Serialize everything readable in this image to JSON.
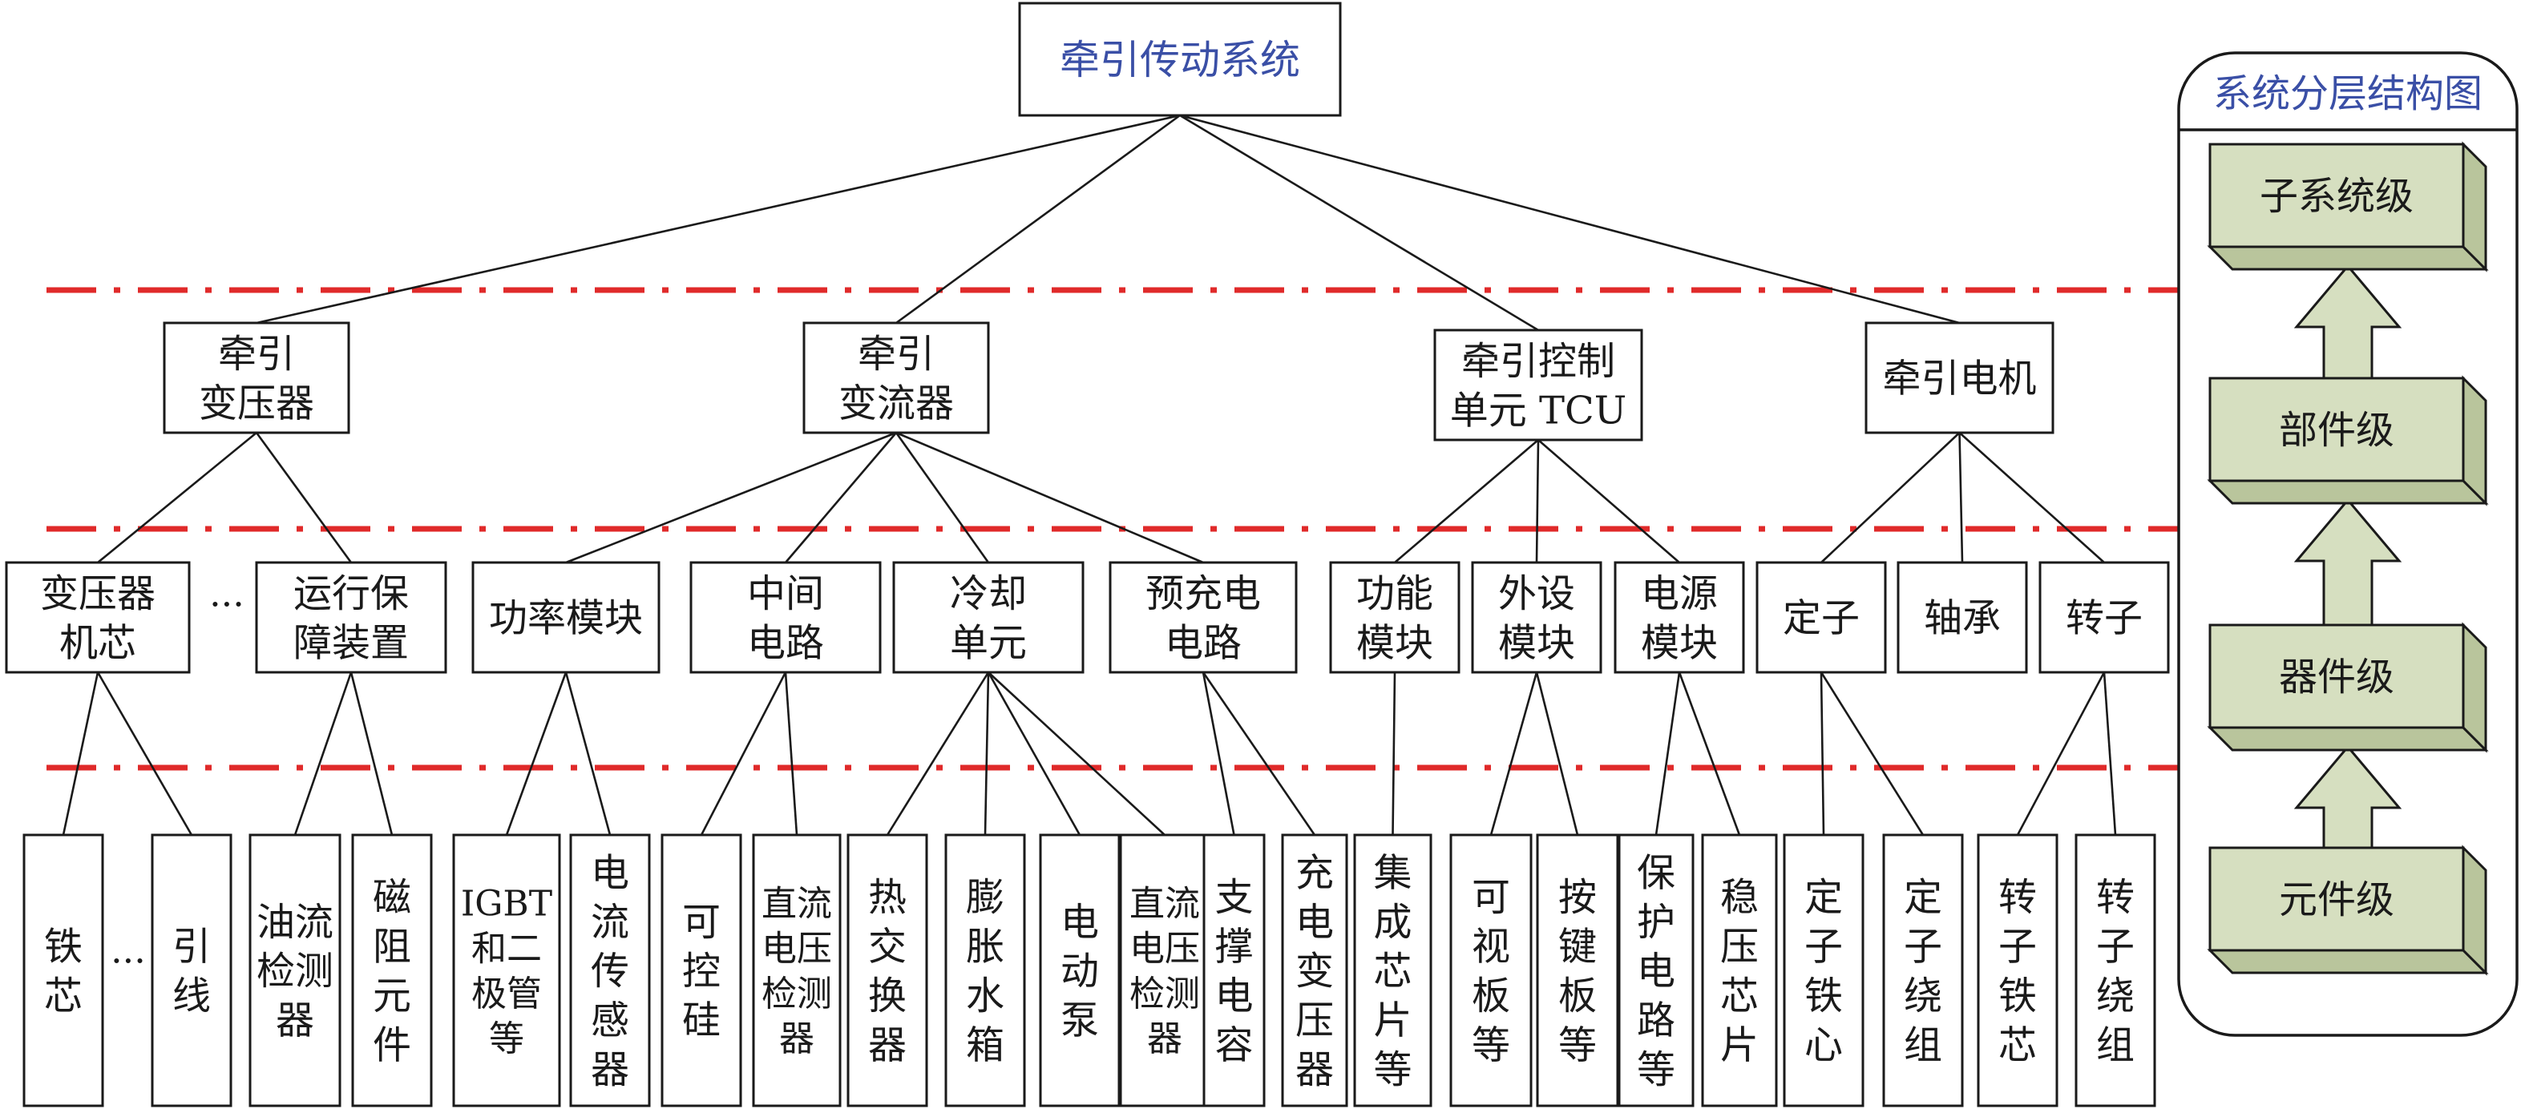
{
  "title": "牵引传动系统",
  "legend": {
    "title": "系统分层结构图",
    "levels": [
      "子系统级",
      "部件级",
      "器件级",
      "元件级"
    ]
  },
  "colors": {
    "divider": "#e02a2a",
    "text": "#1a1a1a",
    "title_text": "#3a4fa6",
    "level_block": "#d6dfc0",
    "level_block_side": "#b9c59c",
    "arrow_fill": "#d6dfc0"
  },
  "subsystems": [
    {
      "id": "s1",
      "lines": [
        "牵引",
        "变压器"
      ]
    },
    {
      "id": "s2",
      "lines": [
        "牵引",
        "变流器"
      ]
    },
    {
      "id": "s3",
      "lines": [
        "牵引控制",
        "单元 TCU"
      ]
    },
    {
      "id": "s4",
      "lines": [
        "牵引电机"
      ]
    }
  ],
  "components": [
    {
      "id": "c1",
      "lines": [
        "变压器",
        "机芯"
      ]
    },
    {
      "id": "c2",
      "lines": [
        "运行保",
        "障装置"
      ]
    },
    {
      "id": "c3",
      "lines": [
        "功率模块"
      ]
    },
    {
      "id": "c4",
      "lines": [
        "中间",
        "电路"
      ]
    },
    {
      "id": "c5",
      "lines": [
        "冷却",
        "单元"
      ]
    },
    {
      "id": "c6",
      "lines": [
        "预充电",
        "电路"
      ]
    },
    {
      "id": "c7",
      "lines": [
        "功能",
        "模块"
      ]
    },
    {
      "id": "c8",
      "lines": [
        "外设",
        "模块"
      ]
    },
    {
      "id": "c9",
      "lines": [
        "电源",
        "模块"
      ]
    },
    {
      "id": "c10",
      "lines": [
        "定子"
      ]
    },
    {
      "id": "c11",
      "lines": [
        "轴承"
      ]
    },
    {
      "id": "c12",
      "lines": [
        "转子"
      ]
    }
  ],
  "devices": [
    {
      "id": "d1",
      "lines": [
        "铁",
        "芯"
      ]
    },
    {
      "id": "d2",
      "lines": [
        "引",
        "线"
      ]
    },
    {
      "id": "d3",
      "lines": [
        "油流",
        "检测",
        "器"
      ]
    },
    {
      "id": "d4",
      "lines": [
        "磁",
        "阻",
        "元",
        "件"
      ]
    },
    {
      "id": "d5",
      "lines": [
        "IGBT",
        "和二",
        "极管",
        "等"
      ]
    },
    {
      "id": "d6",
      "lines": [
        "电",
        "流",
        "传",
        "感",
        "器"
      ]
    },
    {
      "id": "d7",
      "lines": [
        "可",
        "控",
        "硅"
      ]
    },
    {
      "id": "d8",
      "lines": [
        "直流",
        "电压",
        "检测",
        "器"
      ]
    },
    {
      "id": "d9",
      "lines": [
        "热",
        "交",
        "换",
        "器"
      ]
    },
    {
      "id": "d10",
      "lines": [
        "膨",
        "胀",
        "水",
        "箱"
      ]
    },
    {
      "id": "d11",
      "lines": [
        "电",
        "动",
        "泵"
      ]
    },
    {
      "id": "d12",
      "lines": [
        "直流",
        "电压",
        "检测",
        "器"
      ]
    },
    {
      "id": "d13",
      "lines": [
        "支",
        "撑",
        "电",
        "容"
      ]
    },
    {
      "id": "d14",
      "lines": [
        "充",
        "电",
        "变",
        "压",
        "器"
      ]
    },
    {
      "id": "d15",
      "lines": [
        "集",
        "成",
        "芯",
        "片",
        "等"
      ]
    },
    {
      "id": "d16",
      "lines": [
        "可",
        "视",
        "板",
        "等"
      ]
    },
    {
      "id": "d17",
      "lines": [
        "按",
        "键",
        "板",
        "等"
      ]
    },
    {
      "id": "d18",
      "lines": [
        "保",
        "护",
        "电",
        "路",
        "等"
      ]
    },
    {
      "id": "d19",
      "lines": [
        "稳",
        "压",
        "芯",
        "片"
      ]
    },
    {
      "id": "d20",
      "lines": [
        "定",
        "子",
        "铁",
        "心"
      ]
    },
    {
      "id": "d21",
      "lines": [
        "定",
        "子",
        "绕",
        "组"
      ]
    },
    {
      "id": "d22",
      "lines": [
        "转",
        "子",
        "铁",
        "芯"
      ]
    },
    {
      "id": "d23",
      "lines": [
        "转",
        "子",
        "绕",
        "组"
      ]
    }
  ],
  "ellipsis": "···"
}
